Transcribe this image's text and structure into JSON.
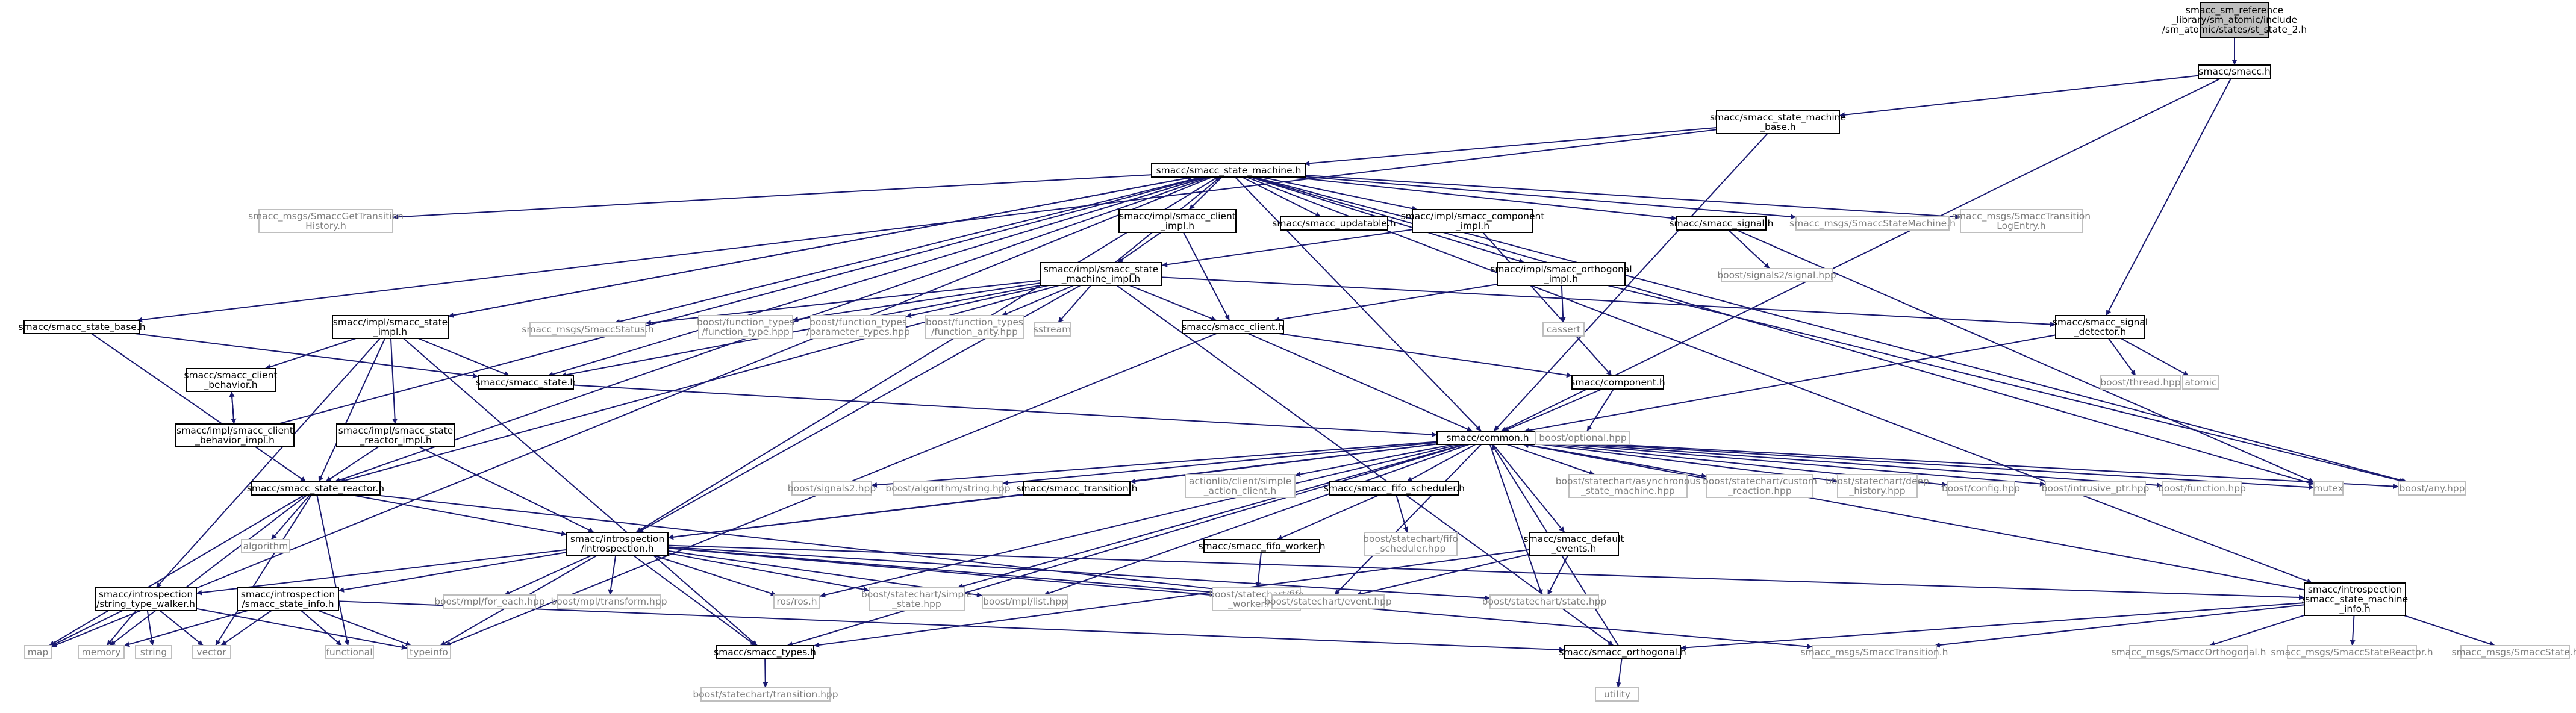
{
  "title": "smacc_sm_reference_library/sm_atomic/include/sm_atomic/states/st_state_2.h",
  "colors": {
    "edge": "#191970",
    "node_border": "#000000",
    "node_border_external": "#bfbfbf",
    "root_fill": "#bfbfbf",
    "text": "#000000",
    "text_external": "#7f7f7f"
  },
  "nodes": [
    {
      "id": "root",
      "kind": "root",
      "lines": [
        "smacc_sm_reference",
        "_library/sm_atomic/include",
        "/sm_atomic/states/st_state_2.h"
      ]
    },
    {
      "id": "smacc_h",
      "kind": "doc",
      "lines": [
        "smacc/smacc.h"
      ]
    },
    {
      "id": "sm_base",
      "kind": "doc",
      "lines": [
        "smacc/smacc_state_machine",
        "_base.h"
      ]
    },
    {
      "id": "sm",
      "kind": "doc",
      "lines": [
        "smacc/smacc_state_machine.h"
      ]
    },
    {
      "id": "gettrans",
      "kind": "ext",
      "lines": [
        "smacc_msgs/SmaccGetTransition",
        "History.h"
      ]
    },
    {
      "id": "client_impl",
      "kind": "doc",
      "lines": [
        "smacc/impl/smacc_client",
        "_impl.h"
      ]
    },
    {
      "id": "updatable",
      "kind": "doc",
      "lines": [
        "smacc/smacc_updatable.h"
      ]
    },
    {
      "id": "comp_impl",
      "kind": "doc",
      "lines": [
        "smacc/impl/smacc_component",
        "_impl.h"
      ]
    },
    {
      "id": "signal",
      "kind": "doc",
      "lines": [
        "smacc/smacc_signal.h"
      ]
    },
    {
      "id": "msgs_sm",
      "kind": "ext",
      "lines": [
        "smacc_msgs/SmaccStateMachine.h"
      ]
    },
    {
      "id": "msgs_trlog",
      "kind": "ext",
      "lines": [
        "smacc_msgs/SmaccTransition",
        "LogEntry.h"
      ]
    },
    {
      "id": "sm_impl",
      "kind": "doc",
      "lines": [
        "smacc/impl/smacc_state",
        "_machine_impl.h"
      ]
    },
    {
      "id": "orth_impl",
      "kind": "doc",
      "lines": [
        "smacc/impl/smacc_orthogonal",
        "_impl.h"
      ]
    },
    {
      "id": "signals2sig",
      "kind": "ext",
      "lines": [
        "boost/signals2/signal.hpp"
      ]
    },
    {
      "id": "state_base",
      "kind": "doc",
      "lines": [
        "smacc/smacc_state_base.h"
      ]
    },
    {
      "id": "state_impl",
      "kind": "doc",
      "lines": [
        "smacc/impl/smacc_state",
        "_impl.h"
      ]
    },
    {
      "id": "msgs_status",
      "kind": "ext",
      "lines": [
        "smacc_msgs/SmaccStatus.h"
      ]
    },
    {
      "id": "ft_type",
      "kind": "ext",
      "lines": [
        "boost/function_types",
        "/function_type.hpp"
      ]
    },
    {
      "id": "ft_param",
      "kind": "ext",
      "lines": [
        "boost/function_types",
        "/parameter_types.hpp"
      ]
    },
    {
      "id": "ft_arity",
      "kind": "ext",
      "lines": [
        "boost/function_types",
        "/function_arity.hpp"
      ]
    },
    {
      "id": "sstream",
      "kind": "ext",
      "lines": [
        "sstream"
      ]
    },
    {
      "id": "client",
      "kind": "doc",
      "lines": [
        "smacc/smacc_client.h"
      ]
    },
    {
      "id": "cassert",
      "kind": "ext",
      "lines": [
        "cassert"
      ]
    },
    {
      "id": "sig_detector",
      "kind": "doc",
      "lines": [
        "smacc/smacc_signal",
        "_detector.h"
      ]
    },
    {
      "id": "state_h",
      "kind": "doc",
      "lines": [
        "smacc/smacc_state.h"
      ]
    },
    {
      "id": "component",
      "kind": "doc",
      "lines": [
        "smacc/component.h"
      ]
    },
    {
      "id": "thread",
      "kind": "ext",
      "lines": [
        "boost/thread.hpp"
      ]
    },
    {
      "id": "atomic",
      "kind": "ext",
      "lines": [
        "atomic"
      ]
    },
    {
      "id": "client_beh",
      "kind": "doc",
      "lines": [
        "smacc/smacc_client",
        "_behavior.h"
      ]
    },
    {
      "id": "client_beh_impl",
      "kind": "doc",
      "lines": [
        "smacc/impl/smacc_client",
        "_behavior_impl.h"
      ]
    },
    {
      "id": "reactor_impl",
      "kind": "doc",
      "lines": [
        "smacc/impl/smacc_state",
        "_reactor_impl.h"
      ]
    },
    {
      "id": "common",
      "kind": "doc",
      "lines": [
        "smacc/common.h"
      ]
    },
    {
      "id": "optional",
      "kind": "ext",
      "lines": [
        "boost/optional.hpp"
      ]
    },
    {
      "id": "reactor",
      "kind": "doc",
      "lines": [
        "smacc/smacc_state_reactor.h"
      ]
    },
    {
      "id": "signals2",
      "kind": "ext",
      "lines": [
        "boost/signals2.hpp"
      ]
    },
    {
      "id": "algo_string",
      "kind": "ext",
      "lines": [
        "boost/algorithm/string.hpp"
      ]
    },
    {
      "id": "transition",
      "kind": "doc",
      "lines": [
        "smacc/smacc_transition.h"
      ]
    },
    {
      "id": "actionlib",
      "kind": "ext",
      "lines": [
        "actionlib/client/simple",
        "_action_client.h"
      ]
    },
    {
      "id": "fifo_sched",
      "kind": "doc",
      "lines": [
        "smacc/smacc_fifo_scheduler.h"
      ]
    },
    {
      "id": "async_sm",
      "kind": "ext",
      "lines": [
        "boost/statechart/asynchronous",
        "_state_machine.hpp"
      ]
    },
    {
      "id": "custom_reaction",
      "kind": "ext",
      "lines": [
        "boost/statechart/custom",
        "_reaction.hpp"
      ]
    },
    {
      "id": "deep_history",
      "kind": "ext",
      "lines": [
        "boost/statechart/deep",
        "_history.hpp"
      ]
    },
    {
      "id": "config",
      "kind": "ext",
      "lines": [
        "boost/config.hpp"
      ]
    },
    {
      "id": "intrusive",
      "kind": "ext",
      "lines": [
        "boost/intrusive_ptr.hpp"
      ]
    },
    {
      "id": "function",
      "kind": "ext",
      "lines": [
        "boost/function.hpp"
      ]
    },
    {
      "id": "mutex",
      "kind": "ext",
      "lines": [
        "mutex"
      ]
    },
    {
      "id": "any",
      "kind": "ext",
      "lines": [
        "boost/any.hpp"
      ]
    },
    {
      "id": "algorithm",
      "kind": "ext",
      "lines": [
        "algorithm"
      ]
    },
    {
      "id": "introspection",
      "kind": "doc",
      "lines": [
        "smacc/introspection",
        "/introspection.h"
      ]
    },
    {
      "id": "fifo_worker",
      "kind": "doc",
      "lines": [
        "smacc/smacc_fifo_worker.h"
      ]
    },
    {
      "id": "fifo_sched_sc",
      "kind": "ext",
      "lines": [
        "boost/statechart/fifo",
        "_scheduler.hpp"
      ]
    },
    {
      "id": "default_events",
      "kind": "doc",
      "lines": [
        "smacc/smacc_default",
        "_events.h"
      ]
    },
    {
      "id": "fifo_worker_sc",
      "kind": "ext",
      "lines": [
        "boost/statechart/fifo",
        "_worker.hpp"
      ]
    },
    {
      "id": "string_walker",
      "kind": "doc",
      "lines": [
        "smacc/introspection",
        "/string_type_walker.h"
      ]
    },
    {
      "id": "state_info",
      "kind": "doc",
      "lines": [
        "smacc/introspection",
        "/smacc_state_info.h"
      ]
    },
    {
      "id": "mpl_foreach",
      "kind": "ext",
      "lines": [
        "boost/mpl/for_each.hpp"
      ]
    },
    {
      "id": "mpl_transform",
      "kind": "ext",
      "lines": [
        "boost/mpl/transform.hpp"
      ]
    },
    {
      "id": "rosros",
      "kind": "ext",
      "lines": [
        "ros/ros.h"
      ]
    },
    {
      "id": "simple_state",
      "kind": "ext",
      "lines": [
        "boost/statechart/simple",
        "_state.hpp"
      ]
    },
    {
      "id": "mpl_list",
      "kind": "ext",
      "lines": [
        "boost/mpl/list.hpp"
      ]
    },
    {
      "id": "sc_event",
      "kind": "ext",
      "lines": [
        "boost/statechart/event.hpp"
      ]
    },
    {
      "id": "sc_state",
      "kind": "ext",
      "lines": [
        "boost/statechart/state.hpp"
      ]
    },
    {
      "id": "sm_info",
      "kind": "doc",
      "lines": [
        "smacc/introspection",
        "/smacc_state_machine",
        "_info.h"
      ]
    },
    {
      "id": "map",
      "kind": "ext",
      "lines": [
        "map"
      ]
    },
    {
      "id": "memory",
      "kind": "ext",
      "lines": [
        "memory"
      ]
    },
    {
      "id": "string",
      "kind": "ext",
      "lines": [
        "string"
      ]
    },
    {
      "id": "vector",
      "kind": "ext",
      "lines": [
        "vector"
      ]
    },
    {
      "id": "functional",
      "kind": "ext",
      "lines": [
        "functional"
      ]
    },
    {
      "id": "typeinfo",
      "kind": "ext",
      "lines": [
        "typeinfo"
      ]
    },
    {
      "id": "types",
      "kind": "doc",
      "lines": [
        "smacc/smacc_types.h"
      ]
    },
    {
      "id": "orthogonal",
      "kind": "doc",
      "lines": [
        "smacc/smacc_orthogonal.h"
      ]
    },
    {
      "id": "msgs_transition",
      "kind": "ext",
      "lines": [
        "smacc_msgs/SmaccTransition.h"
      ]
    },
    {
      "id": "msgs_orth",
      "kind": "ext",
      "lines": [
        "smacc_msgs/SmaccOrthogonal.h"
      ]
    },
    {
      "id": "msgs_reactor",
      "kind": "ext",
      "lines": [
        "smacc_msgs/SmaccStateReactor.h"
      ]
    },
    {
      "id": "msgs_state",
      "kind": "ext",
      "lines": [
        "smacc_msgs/SmaccState.h"
      ]
    },
    {
      "id": "utility",
      "kind": "ext",
      "lines": [
        "utility"
      ]
    },
    {
      "id": "sc_transition",
      "kind": "ext",
      "lines": [
        "boost/statechart/transition.hpp"
      ]
    }
  ],
  "edges": [
    [
      "root",
      "smacc_h"
    ],
    [
      "smacc_h",
      "sm_base"
    ],
    [
      "smacc_h",
      "sig_detector"
    ],
    [
      "smacc_h",
      "common"
    ],
    [
      "sm_base",
      "sm"
    ],
    [
      "sm_base",
      "state_base"
    ],
    [
      "sm_base",
      "common"
    ],
    [
      "sm",
      "gettrans"
    ],
    [
      "sm",
      "client_impl"
    ],
    [
      "sm",
      "updatable"
    ],
    [
      "sm",
      "comp_impl"
    ],
    [
      "sm",
      "signal"
    ],
    [
      "sm",
      "msgs_sm"
    ],
    [
      "sm",
      "msgs_trlog"
    ],
    [
      "sm",
      "orth_impl"
    ],
    [
      "sm",
      "msgs_status"
    ],
    [
      "sm",
      "common"
    ],
    [
      "sm",
      "map"
    ],
    [
      "sm",
      "mutex"
    ],
    [
      "sm",
      "any"
    ],
    [
      "sm",
      "sm_info"
    ],
    [
      "sm",
      "state_h"
    ],
    [
      "sm",
      "introspection"
    ],
    [
      "sm",
      "reactor"
    ],
    [
      "sm",
      "state_impl"
    ],
    [
      "client_impl",
      "sm_impl"
    ],
    [
      "client_impl",
      "client"
    ],
    [
      "comp_impl",
      "sm_impl"
    ],
    [
      "comp_impl",
      "component"
    ],
    [
      "signal",
      "signals2sig"
    ],
    [
      "signal",
      "mutex"
    ],
    [
      "sm_impl",
      "sm"
    ],
    [
      "sm_impl",
      "msgs_status"
    ],
    [
      "sm_impl",
      "ft_type"
    ],
    [
      "sm_impl",
      "ft_param"
    ],
    [
      "sm_impl",
      "ft_arity"
    ],
    [
      "sm_impl",
      "sstream"
    ],
    [
      "sm_impl",
      "client"
    ],
    [
      "sm_impl",
      "sig_detector"
    ],
    [
      "sm_impl",
      "state_h"
    ],
    [
      "sm_impl",
      "reactor"
    ],
    [
      "sm_impl",
      "introspection"
    ],
    [
      "sm_impl",
      "orthogonal"
    ],
    [
      "orth_impl",
      "client"
    ],
    [
      "orth_impl",
      "cassert"
    ],
    [
      "orth_impl",
      "any"
    ],
    [
      "state_base",
      "state_h"
    ],
    [
      "state_base",
      "reactor"
    ],
    [
      "state_impl",
      "sm"
    ],
    [
      "state_impl",
      "client_beh"
    ],
    [
      "state_impl",
      "state_h"
    ],
    [
      "state_impl",
      "reactor_impl"
    ],
    [
      "state_impl",
      "reactor"
    ],
    [
      "state_impl",
      "string_walker"
    ],
    [
      "state_impl",
      "types"
    ],
    [
      "client",
      "common"
    ],
    [
      "client",
      "component"
    ],
    [
      "client",
      "typeinfo"
    ],
    [
      "sig_detector",
      "common"
    ],
    [
      "sig_detector",
      "thread"
    ],
    [
      "sig_detector",
      "atomic"
    ],
    [
      "state_h",
      "common"
    ],
    [
      "component",
      "common"
    ],
    [
      "component",
      "optional"
    ],
    [
      "client_beh",
      "client_beh_impl"
    ],
    [
      "client_beh_impl",
      "client_beh"
    ],
    [
      "client_beh_impl",
      "sm"
    ],
    [
      "reactor_impl",
      "reactor"
    ],
    [
      "reactor_impl",
      "introspection"
    ],
    [
      "common",
      "signals2"
    ],
    [
      "common",
      "algo_string"
    ],
    [
      "common",
      "transition"
    ],
    [
      "common",
      "actionlib"
    ],
    [
      "common",
      "fifo_sched"
    ],
    [
      "common",
      "async_sm"
    ],
    [
      "common",
      "custom_reaction"
    ],
    [
      "common",
      "deep_history"
    ],
    [
      "common",
      "config"
    ],
    [
      "common",
      "intrusive"
    ],
    [
      "common",
      "function"
    ],
    [
      "common",
      "mutex"
    ],
    [
      "common",
      "any"
    ],
    [
      "common",
      "default_events"
    ],
    [
      "common",
      "introspection"
    ],
    [
      "common",
      "rosros"
    ],
    [
      "common",
      "simple_state"
    ],
    [
      "common",
      "mpl_list"
    ],
    [
      "common",
      "sc_event"
    ],
    [
      "common",
      "sc_state"
    ],
    [
      "common",
      "types"
    ],
    [
      "reactor",
      "algorithm"
    ],
    [
      "reactor",
      "map"
    ],
    [
      "reactor",
      "memory"
    ],
    [
      "reactor",
      "vector"
    ],
    [
      "reactor",
      "functional"
    ],
    [
      "reactor",
      "introspection"
    ],
    [
      "reactor",
      "sc_event"
    ],
    [
      "transition",
      "introspection"
    ],
    [
      "fifo_sched",
      "fifo_worker"
    ],
    [
      "fifo_sched",
      "fifo_sched_sc"
    ],
    [
      "fifo_worker",
      "fifo_worker_sc"
    ],
    [
      "default_events",
      "sc_event"
    ],
    [
      "default_events",
      "sc_state"
    ],
    [
      "default_events",
      "types"
    ],
    [
      "introspection",
      "string_walker"
    ],
    [
      "introspection",
      "state_info"
    ],
    [
      "introspection",
      "mpl_foreach"
    ],
    [
      "introspection",
      "mpl_transform"
    ],
    [
      "introspection",
      "rosros"
    ],
    [
      "introspection",
      "simple_state"
    ],
    [
      "introspection",
      "mpl_list"
    ],
    [
      "introspection",
      "sc_event"
    ],
    [
      "introspection",
      "sc_state"
    ],
    [
      "introspection",
      "sm_info"
    ],
    [
      "introspection",
      "typeinfo"
    ],
    [
      "introspection",
      "types"
    ],
    [
      "introspection",
      "msgs_transition"
    ],
    [
      "string_walker",
      "map"
    ],
    [
      "string_walker",
      "memory"
    ],
    [
      "string_walker",
      "string"
    ],
    [
      "string_walker",
      "vector"
    ],
    [
      "string_walker",
      "typeinfo"
    ],
    [
      "state_info",
      "memory"
    ],
    [
      "state_info",
      "vector"
    ],
    [
      "state_info",
      "functional"
    ],
    [
      "state_info",
      "typeinfo"
    ],
    [
      "state_info",
      "orthogonal"
    ],
    [
      "sm_info",
      "common"
    ],
    [
      "sm_info",
      "orthogonal"
    ],
    [
      "sm_info",
      "msgs_transition"
    ],
    [
      "sm_info",
      "msgs_orth"
    ],
    [
      "sm_info",
      "msgs_reactor"
    ],
    [
      "sm_info",
      "msgs_state"
    ],
    [
      "types",
      "sc_transition"
    ],
    [
      "orthogonal",
      "common"
    ],
    [
      "orthogonal",
      "utility"
    ]
  ]
}
